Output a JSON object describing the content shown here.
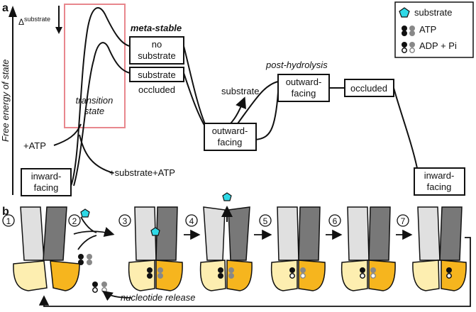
{
  "panel_a": {
    "label": "a",
    "y_axis": "Free energy of state",
    "delta": "Δ",
    "delta_sup": "substrate",
    "meta_stable": "meta-stable",
    "no_substrate": [
      "no",
      "substrate"
    ],
    "substrate_occluded": [
      "substrate",
      "occluded"
    ],
    "transition_state": [
      "transition",
      "state"
    ],
    "plus_atp": "+ATP",
    "plus_substrate_atp": "+substrate+ATP",
    "inward_facing": [
      "inward-",
      "facing"
    ],
    "outward_facing": [
      "outward-",
      "facing"
    ],
    "substrate": "substrate",
    "post_hydrolysis": "post-hydrolysis",
    "outward_facing_2": [
      "outward-",
      "facing"
    ],
    "occluded": "occluded",
    "inward_facing_2": [
      "inward-",
      "facing"
    ]
  },
  "legend": {
    "substrate": "substrate",
    "atp": "ATP",
    "adp": "ADP + Pi"
  },
  "panel_b": {
    "label": "b",
    "steps": [
      "1",
      "2",
      "3",
      "4",
      "5",
      "6",
      "7"
    ],
    "nucleotide_release": "nucleotide release"
  },
  "colors": {
    "substrate": "#2fd9e6",
    "light_nbd": "#fdeeb0",
    "dark_nbd": "#f6b51e",
    "light_tmd": "#e0e0e0",
    "dark_tmd": "#787878",
    "transition_box": "#e8878d"
  }
}
